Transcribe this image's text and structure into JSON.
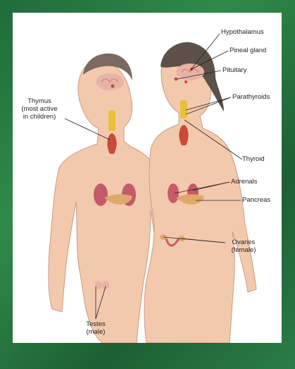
{
  "labels": {
    "hypothalamus": "Hypothalamus",
    "pineal": "Pineal gland",
    "pituitary": "Pituitary",
    "parathyroids": "Parathyroids",
    "thyroid": "Thyroid",
    "adrenals": "Adrenals",
    "pancreas": "Pancreas",
    "ovaries_1": "Ovaries",
    "ovaries_2": "(female)",
    "thymus_1": "Thymus",
    "thymus_2": "(most active",
    "thymus_3": "in children)",
    "testes_1": "Testes",
    "testes_2": "(male)"
  },
  "colors": {
    "background": "#2a7d45",
    "panel": "#ffffff",
    "skin": "#f3c9ad",
    "gland": "#c94a3a",
    "yellow_gland": "#e6c23a",
    "kidney": "#c45a6a"
  }
}
